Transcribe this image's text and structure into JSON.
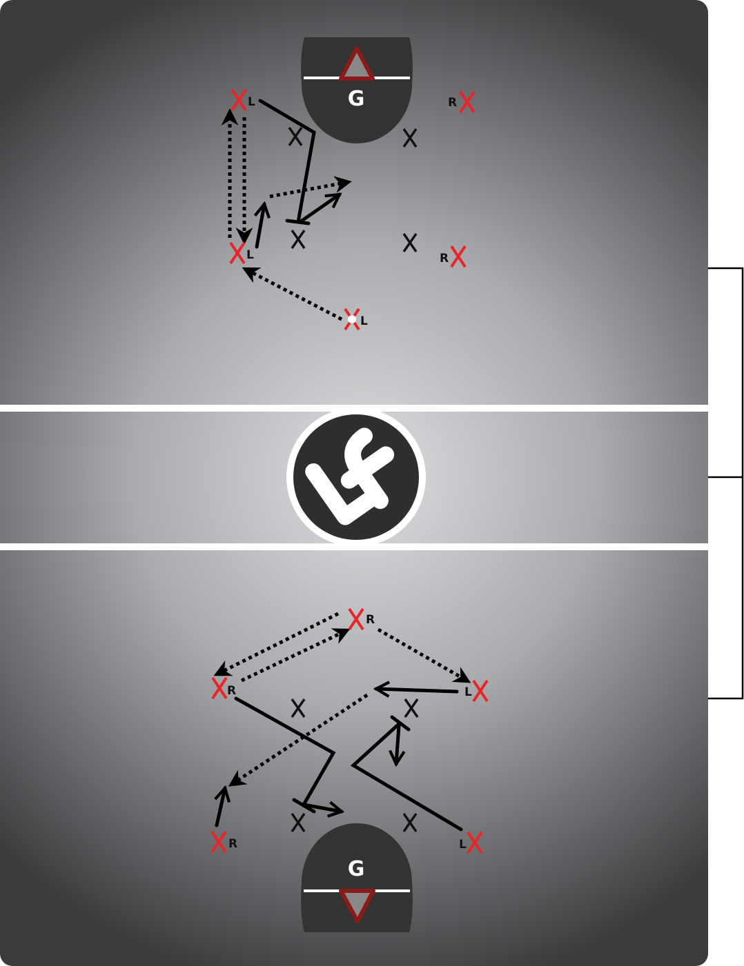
{
  "diagram": {
    "title": "",
    "goal_label": "G",
    "logo_text": "lf",
    "top_half": {
      "attackers": [
        {
          "label": "L"
        },
        {
          "label": "R"
        },
        {
          "label": "L"
        },
        {
          "label": "L",
          "has_ball": true
        },
        {
          "label": "R"
        }
      ],
      "defenders_count": 4
    },
    "bottom_half": {
      "attackers": [
        {
          "label": "R"
        },
        {
          "label": "R"
        },
        {
          "label": "L"
        },
        {
          "label": "R"
        },
        {
          "label": "L"
        }
      ],
      "defenders_count": 4
    },
    "colors": {
      "attacker": "#e8262a",
      "defender": "#111111",
      "crease": "#333333",
      "goal": "#8b1a1a",
      "field_light": "#d9dadc",
      "field_dark": "#3d3e40"
    }
  }
}
